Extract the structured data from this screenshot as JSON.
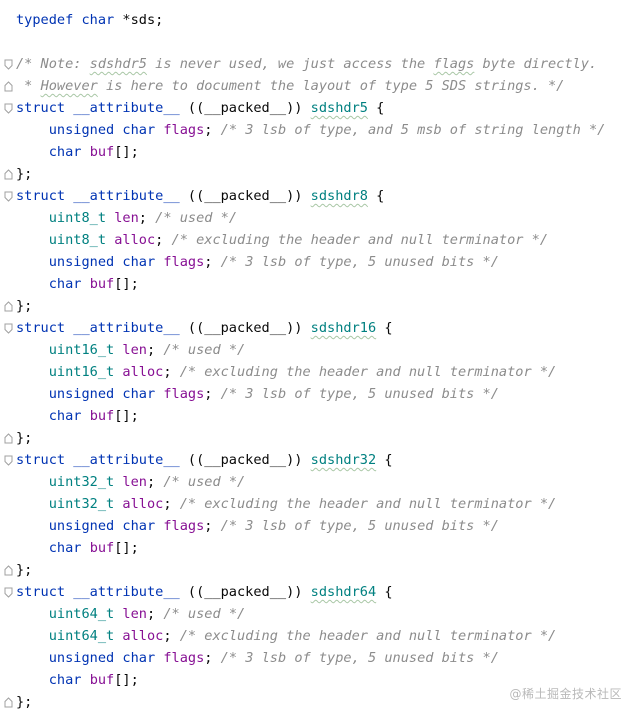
{
  "editor": {
    "lines": [
      {
        "fold": "",
        "tokens": [
          {
            "t": "kw",
            "v": "typedef"
          },
          {
            "t": "txt",
            "v": " "
          },
          {
            "t": "kw",
            "v": "char"
          },
          {
            "t": "txt",
            "v": " *sds;"
          }
        ]
      },
      {
        "fold": "",
        "tokens": []
      },
      {
        "fold": "start",
        "tokens": [
          {
            "t": "cm",
            "v": "/* Note: "
          },
          {
            "t": "cm",
            "v": "sdshdr5",
            "sq": true
          },
          {
            "t": "cm",
            "v": " is never used, we just access the "
          },
          {
            "t": "cm",
            "v": "flags",
            "sq": true
          },
          {
            "t": "cm",
            "v": " byte directly."
          }
        ]
      },
      {
        "fold": "end",
        "tokens": [
          {
            "t": "cm",
            "v": " * "
          },
          {
            "t": "cm",
            "v": "However",
            "sq": true
          },
          {
            "t": "cm",
            "v": " is here to document the layout of type 5 SDS strings. */"
          }
        ]
      },
      {
        "fold": "start",
        "tokens": [
          {
            "t": "kw",
            "v": "struct"
          },
          {
            "t": "txt",
            "v": " "
          },
          {
            "t": "kw",
            "v": "__attribute__"
          },
          {
            "t": "txt",
            "v": " ((__packed__)) "
          },
          {
            "t": "ty",
            "v": "sdshdr5",
            "sq": true
          },
          {
            "t": "txt",
            "v": " {"
          }
        ]
      },
      {
        "fold": "",
        "tokens": [
          {
            "t": "txt",
            "v": "    "
          },
          {
            "t": "kw",
            "v": "unsigned"
          },
          {
            "t": "txt",
            "v": " "
          },
          {
            "t": "kw",
            "v": "char"
          },
          {
            "t": "txt",
            "v": " "
          },
          {
            "t": "fld",
            "v": "flags"
          },
          {
            "t": "txt",
            "v": "; "
          },
          {
            "t": "cm",
            "v": "/* 3 lsb of type, and 5 msb of string length */"
          }
        ]
      },
      {
        "fold": "",
        "tokens": [
          {
            "t": "txt",
            "v": "    "
          },
          {
            "t": "kw",
            "v": "char"
          },
          {
            "t": "txt",
            "v": " "
          },
          {
            "t": "fld",
            "v": "buf"
          },
          {
            "t": "txt",
            "v": "[];"
          }
        ]
      },
      {
        "fold": "end",
        "tokens": [
          {
            "t": "txt",
            "v": "};"
          }
        ]
      },
      {
        "fold": "start",
        "tokens": [
          {
            "t": "kw",
            "v": "struct"
          },
          {
            "t": "txt",
            "v": " "
          },
          {
            "t": "kw",
            "v": "__attribute__"
          },
          {
            "t": "txt",
            "v": " ((__packed__)) "
          },
          {
            "t": "ty",
            "v": "sdshdr8",
            "sq": true
          },
          {
            "t": "txt",
            "v": " {"
          }
        ]
      },
      {
        "fold": "",
        "tokens": [
          {
            "t": "txt",
            "v": "    "
          },
          {
            "t": "ty",
            "v": "uint8_t"
          },
          {
            "t": "txt",
            "v": " "
          },
          {
            "t": "fld",
            "v": "len"
          },
          {
            "t": "txt",
            "v": "; "
          },
          {
            "t": "cm",
            "v": "/* used */"
          }
        ]
      },
      {
        "fold": "",
        "tokens": [
          {
            "t": "txt",
            "v": "    "
          },
          {
            "t": "ty",
            "v": "uint8_t"
          },
          {
            "t": "txt",
            "v": " "
          },
          {
            "t": "fld",
            "v": "alloc"
          },
          {
            "t": "txt",
            "v": "; "
          },
          {
            "t": "cm",
            "v": "/* excluding the header and null terminator */"
          }
        ]
      },
      {
        "fold": "",
        "tokens": [
          {
            "t": "txt",
            "v": "    "
          },
          {
            "t": "kw",
            "v": "unsigned"
          },
          {
            "t": "txt",
            "v": " "
          },
          {
            "t": "kw",
            "v": "char"
          },
          {
            "t": "txt",
            "v": " "
          },
          {
            "t": "fld",
            "v": "flags"
          },
          {
            "t": "txt",
            "v": "; "
          },
          {
            "t": "cm",
            "v": "/* 3 lsb of type, 5 unused bits */"
          }
        ]
      },
      {
        "fold": "",
        "tokens": [
          {
            "t": "txt",
            "v": "    "
          },
          {
            "t": "kw",
            "v": "char"
          },
          {
            "t": "txt",
            "v": " "
          },
          {
            "t": "fld",
            "v": "buf"
          },
          {
            "t": "txt",
            "v": "[];"
          }
        ]
      },
      {
        "fold": "end",
        "tokens": [
          {
            "t": "txt",
            "v": "};"
          }
        ]
      },
      {
        "fold": "start",
        "tokens": [
          {
            "t": "kw",
            "v": "struct"
          },
          {
            "t": "txt",
            "v": " "
          },
          {
            "t": "kw",
            "v": "__attribute__"
          },
          {
            "t": "txt",
            "v": " ((__packed__)) "
          },
          {
            "t": "ty",
            "v": "sdshdr16",
            "sq": true
          },
          {
            "t": "txt",
            "v": " {"
          }
        ]
      },
      {
        "fold": "",
        "tokens": [
          {
            "t": "txt",
            "v": "    "
          },
          {
            "t": "ty",
            "v": "uint16_t"
          },
          {
            "t": "txt",
            "v": " "
          },
          {
            "t": "fld",
            "v": "len"
          },
          {
            "t": "txt",
            "v": "; "
          },
          {
            "t": "cm",
            "v": "/* used */"
          }
        ]
      },
      {
        "fold": "",
        "tokens": [
          {
            "t": "txt",
            "v": "    "
          },
          {
            "t": "ty",
            "v": "uint16_t"
          },
          {
            "t": "txt",
            "v": " "
          },
          {
            "t": "fld",
            "v": "alloc"
          },
          {
            "t": "txt",
            "v": "; "
          },
          {
            "t": "cm",
            "v": "/* excluding the header and null terminator */"
          }
        ]
      },
      {
        "fold": "",
        "tokens": [
          {
            "t": "txt",
            "v": "    "
          },
          {
            "t": "kw",
            "v": "unsigned"
          },
          {
            "t": "txt",
            "v": " "
          },
          {
            "t": "kw",
            "v": "char"
          },
          {
            "t": "txt",
            "v": " "
          },
          {
            "t": "fld",
            "v": "flags"
          },
          {
            "t": "txt",
            "v": "; "
          },
          {
            "t": "cm",
            "v": "/* 3 lsb of type, 5 unused bits */"
          }
        ]
      },
      {
        "fold": "",
        "tokens": [
          {
            "t": "txt",
            "v": "    "
          },
          {
            "t": "kw",
            "v": "char"
          },
          {
            "t": "txt",
            "v": " "
          },
          {
            "t": "fld",
            "v": "buf"
          },
          {
            "t": "txt",
            "v": "[];"
          }
        ]
      },
      {
        "fold": "end",
        "tokens": [
          {
            "t": "txt",
            "v": "};"
          }
        ]
      },
      {
        "fold": "start",
        "tokens": [
          {
            "t": "kw",
            "v": "struct"
          },
          {
            "t": "txt",
            "v": " "
          },
          {
            "t": "kw",
            "v": "__attribute__"
          },
          {
            "t": "txt",
            "v": " ((__packed__)) "
          },
          {
            "t": "ty",
            "v": "sdshdr32",
            "sq": true
          },
          {
            "t": "txt",
            "v": " {"
          }
        ]
      },
      {
        "fold": "",
        "tokens": [
          {
            "t": "txt",
            "v": "    "
          },
          {
            "t": "ty",
            "v": "uint32_t"
          },
          {
            "t": "txt",
            "v": " "
          },
          {
            "t": "fld",
            "v": "len"
          },
          {
            "t": "txt",
            "v": "; "
          },
          {
            "t": "cm",
            "v": "/* used */"
          }
        ]
      },
      {
        "fold": "",
        "tokens": [
          {
            "t": "txt",
            "v": "    "
          },
          {
            "t": "ty",
            "v": "uint32_t"
          },
          {
            "t": "txt",
            "v": " "
          },
          {
            "t": "fld",
            "v": "alloc"
          },
          {
            "t": "txt",
            "v": "; "
          },
          {
            "t": "cm",
            "v": "/* excluding the header and null terminator */"
          }
        ]
      },
      {
        "fold": "",
        "tokens": [
          {
            "t": "txt",
            "v": "    "
          },
          {
            "t": "kw",
            "v": "unsigned"
          },
          {
            "t": "txt",
            "v": " "
          },
          {
            "t": "kw",
            "v": "char"
          },
          {
            "t": "txt",
            "v": " "
          },
          {
            "t": "fld",
            "v": "flags"
          },
          {
            "t": "txt",
            "v": "; "
          },
          {
            "t": "cm",
            "v": "/* 3 lsb of type, 5 unused bits */"
          }
        ]
      },
      {
        "fold": "",
        "tokens": [
          {
            "t": "txt",
            "v": "    "
          },
          {
            "t": "kw",
            "v": "char"
          },
          {
            "t": "txt",
            "v": " "
          },
          {
            "t": "fld",
            "v": "buf"
          },
          {
            "t": "txt",
            "v": "[];"
          }
        ]
      },
      {
        "fold": "end",
        "tokens": [
          {
            "t": "txt",
            "v": "};"
          }
        ]
      },
      {
        "fold": "start",
        "tokens": [
          {
            "t": "kw",
            "v": "struct"
          },
          {
            "t": "txt",
            "v": " "
          },
          {
            "t": "kw",
            "v": "__attribute__"
          },
          {
            "t": "txt",
            "v": " ((__packed__)) "
          },
          {
            "t": "ty",
            "v": "sdshdr64",
            "sq": true
          },
          {
            "t": "txt",
            "v": " {"
          }
        ]
      },
      {
        "fold": "",
        "tokens": [
          {
            "t": "txt",
            "v": "    "
          },
          {
            "t": "ty",
            "v": "uint64_t"
          },
          {
            "t": "txt",
            "v": " "
          },
          {
            "t": "fld",
            "v": "len"
          },
          {
            "t": "txt",
            "v": "; "
          },
          {
            "t": "cm",
            "v": "/* used */"
          }
        ]
      },
      {
        "fold": "",
        "tokens": [
          {
            "t": "txt",
            "v": "    "
          },
          {
            "t": "ty",
            "v": "uint64_t"
          },
          {
            "t": "txt",
            "v": " "
          },
          {
            "t": "fld",
            "v": "alloc"
          },
          {
            "t": "txt",
            "v": "; "
          },
          {
            "t": "cm",
            "v": "/* excluding the header and null terminator */"
          }
        ]
      },
      {
        "fold": "",
        "tokens": [
          {
            "t": "txt",
            "v": "    "
          },
          {
            "t": "kw",
            "v": "unsigned"
          },
          {
            "t": "txt",
            "v": " "
          },
          {
            "t": "kw",
            "v": "char"
          },
          {
            "t": "txt",
            "v": " "
          },
          {
            "t": "fld",
            "v": "flags"
          },
          {
            "t": "txt",
            "v": "; "
          },
          {
            "t": "cm",
            "v": "/* 3 lsb of type, 5 unused bits */"
          }
        ]
      },
      {
        "fold": "",
        "tokens": [
          {
            "t": "txt",
            "v": "    "
          },
          {
            "t": "kw",
            "v": "char"
          },
          {
            "t": "txt",
            "v": " "
          },
          {
            "t": "fld",
            "v": "buf"
          },
          {
            "t": "txt",
            "v": "[];"
          }
        ]
      },
      {
        "fold": "end",
        "tokens": [
          {
            "t": "txt",
            "v": "};"
          }
        ]
      }
    ]
  },
  "watermark": {
    "text": "@稀土掘金技术社区"
  },
  "colors": {
    "keyword": "#0033b3",
    "field": "#871094",
    "type": "#008080",
    "comment": "#8c8c8c",
    "text": "#080808",
    "fold_marker": "#a0a0a0",
    "background": "#ffffff"
  },
  "icons": {
    "fold_start": "fold-start-icon",
    "fold_end": "fold-end-icon"
  }
}
